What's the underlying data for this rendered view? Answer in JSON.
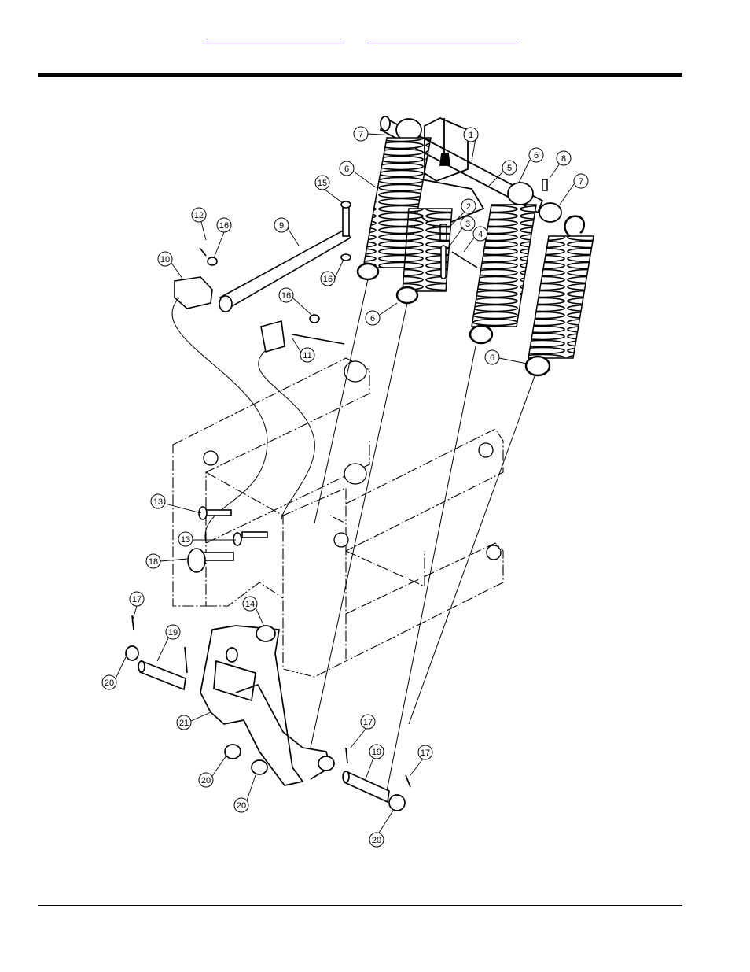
{
  "header": {
    "links": [
      {
        "label": ""
      },
      {
        "label": ""
      }
    ]
  },
  "callouts": [
    {
      "id": "c1",
      "label": "1"
    },
    {
      "id": "c2",
      "label": "2"
    },
    {
      "id": "c3",
      "label": "3"
    },
    {
      "id": "c4",
      "label": "4"
    },
    {
      "id": "c5",
      "label": "5"
    },
    {
      "id": "c6a",
      "label": "6"
    },
    {
      "id": "c6b",
      "label": "6"
    },
    {
      "id": "c6c",
      "label": "6"
    },
    {
      "id": "c6d",
      "label": "6"
    },
    {
      "id": "c7a",
      "label": "7"
    },
    {
      "id": "c7b",
      "label": "7"
    },
    {
      "id": "c8",
      "label": "8"
    },
    {
      "id": "c9",
      "label": "9"
    },
    {
      "id": "c10",
      "label": "10"
    },
    {
      "id": "c11",
      "label": "11"
    },
    {
      "id": "c12",
      "label": "12"
    },
    {
      "id": "c13a",
      "label": "13"
    },
    {
      "id": "c13b",
      "label": "13"
    },
    {
      "id": "c14",
      "label": "14"
    },
    {
      "id": "c15",
      "label": "15"
    },
    {
      "id": "c16a",
      "label": "16"
    },
    {
      "id": "c16b",
      "label": "16"
    },
    {
      "id": "c16c",
      "label": "16"
    },
    {
      "id": "c17a",
      "label": "17"
    },
    {
      "id": "c17b",
      "label": "17"
    },
    {
      "id": "c17c",
      "label": "17"
    },
    {
      "id": "c18",
      "label": "18"
    },
    {
      "id": "c19a",
      "label": "19"
    },
    {
      "id": "c19b",
      "label": "19"
    },
    {
      "id": "c20a",
      "label": "20"
    },
    {
      "id": "c20b",
      "label": "20"
    },
    {
      "id": "c20c",
      "label": "20"
    },
    {
      "id": "c20d",
      "label": "20"
    },
    {
      "id": "c21",
      "label": "21"
    }
  ]
}
